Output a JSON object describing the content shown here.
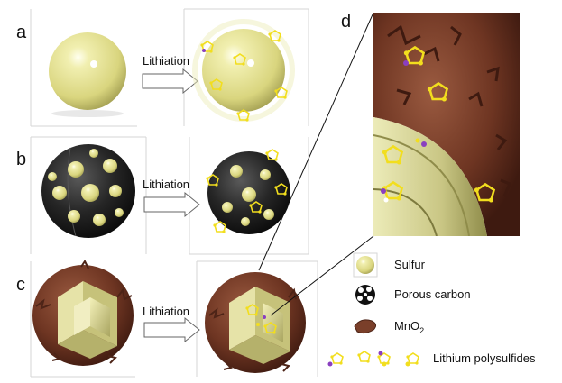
{
  "panels": {
    "a": {
      "letter": "a",
      "arrow_label": "Lithiation"
    },
    "b": {
      "letter": "b",
      "arrow_label": "Lithiation"
    },
    "c": {
      "letter": "c",
      "arrow_label": "Lithiation"
    },
    "d": {
      "letter": "d"
    }
  },
  "legend": {
    "sulfur": "Sulfur",
    "porous_carbon": "Porous carbon",
    "mno2_main": "MnO",
    "mno2_sub": "2",
    "polysulfides": "Lithium polysulfides"
  },
  "colors": {
    "sulfur": "#e7e49a",
    "sulfur_dark": "#a8a55a",
    "carbon": "#1e1e1e",
    "mno2": "#7a3f2a",
    "mno2_dark": "#4d2417",
    "polysulfide_ring": "#f2de1e",
    "lithium": "#8a3fc0"
  }
}
